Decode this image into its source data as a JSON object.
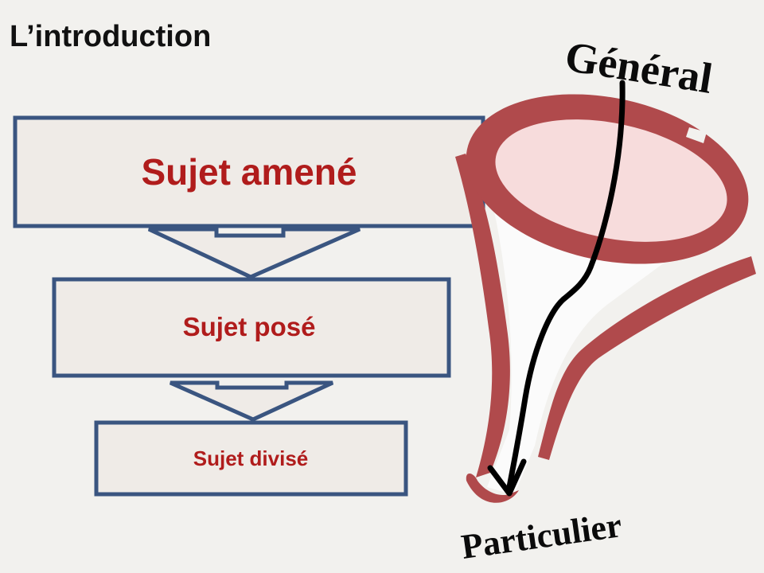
{
  "slide": {
    "title": "L’introduction"
  },
  "flow": {
    "steps": [
      {
        "label": "Sujet amené"
      },
      {
        "label": "Sujet posé"
      },
      {
        "label": "Sujet divisé"
      }
    ]
  },
  "funnel": {
    "top_label": "Général",
    "bottom_label": "Particulier"
  },
  "colors": {
    "background": "#f2f1ee",
    "box_fill": "#efebe7",
    "box_border": "#3a5580",
    "label_red": "#b01c1c",
    "funnel_rim": "#b04a4c",
    "funnel_inner": "#f7dcdc",
    "funnel_body": "#fbfbfb",
    "arrow": "#000000"
  }
}
